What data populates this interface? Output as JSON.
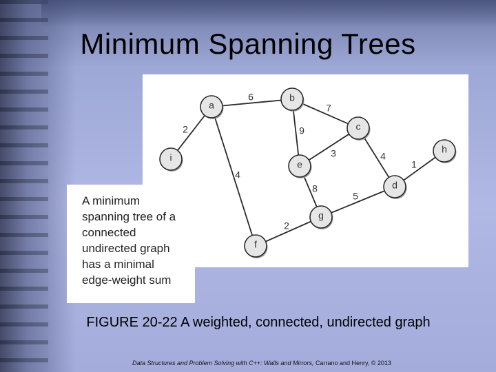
{
  "slide": {
    "title": "Minimum Spanning Trees",
    "caption": "FIGURE 20-22 A weighted, connected, undirected graph",
    "footer_italic": "Data Structures and Problem Solving with C++: Walls and Mirrors,",
    "footer_plain": " Carrano and Henry, © 2013"
  },
  "callout": {
    "lines": [
      "A minimum",
      "spanning tree of a",
      "connected",
      "undirected graph",
      "has a minimal",
      "edge-weight sum"
    ]
  },
  "graph": {
    "nodes": [
      {
        "id": "a",
        "label": "a"
      },
      {
        "id": "b",
        "label": "b"
      },
      {
        "id": "c",
        "label": "c"
      },
      {
        "id": "h",
        "label": "h"
      },
      {
        "id": "i",
        "label": "i"
      },
      {
        "id": "e",
        "label": "e"
      },
      {
        "id": "d",
        "label": "d"
      },
      {
        "id": "g",
        "label": "g"
      },
      {
        "id": "f",
        "label": "f"
      }
    ],
    "edges": [
      {
        "from": "a",
        "to": "b",
        "weight": "6"
      },
      {
        "from": "a",
        "to": "i",
        "weight": "2"
      },
      {
        "from": "a",
        "to": "f",
        "weight": "4"
      },
      {
        "from": "b",
        "to": "c",
        "weight": "7"
      },
      {
        "from": "b",
        "to": "e",
        "weight": "9"
      },
      {
        "from": "e",
        "to": "c",
        "weight": "3"
      },
      {
        "from": "c",
        "to": "d",
        "weight": "4"
      },
      {
        "from": "h",
        "to": "d",
        "weight": "1"
      },
      {
        "from": "e",
        "to": "g",
        "weight": "8"
      },
      {
        "from": "g",
        "to": "d",
        "weight": "5"
      },
      {
        "from": "f",
        "to": "g",
        "weight": "2"
      }
    ]
  }
}
